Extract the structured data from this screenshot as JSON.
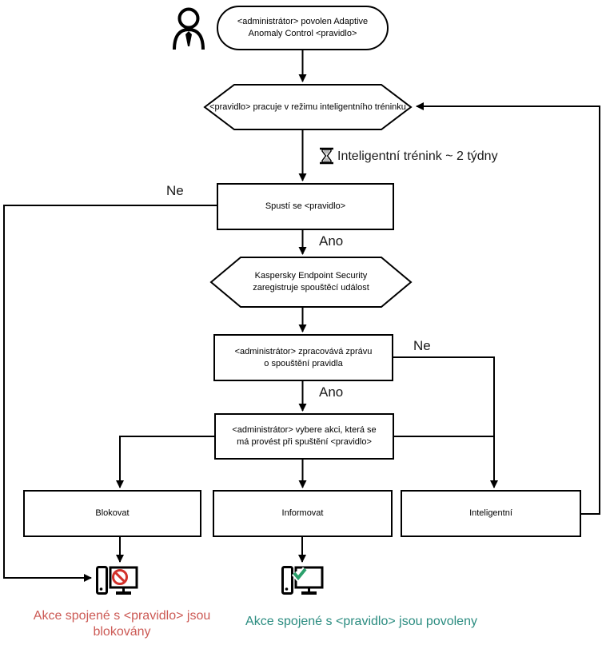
{
  "diagram": {
    "title_hint": "Adaptive Anomaly Control workflow",
    "start_node": {
      "text": "<administrátor> povolen Adaptive Anomaly Control <pravidlo>"
    },
    "training_mode_node": {
      "text": "<pravidlo> pracuje v režimu inteligentního tréninku"
    },
    "training_note": {
      "text": "Inteligentní trénink ~ 2 týdny",
      "icon": "hourglass-icon"
    },
    "rule_triggered_node": {
      "text": "Spustí se <pravidlo>",
      "no_label": "Ne",
      "yes_label": "Ano"
    },
    "register_event_node": {
      "text": "Kaspersky Endpoint Security zaregistruje spouštěcí událost"
    },
    "admin_report_node": {
      "text": "<administrátor> zpracovává zprávu o spouštění pravidla",
      "no_label": "Ne",
      "yes_label": "Ano"
    },
    "choose_action_node": {
      "text": "<administrátor> vybere akci, která se má provést při spuštění <pravidlo>"
    },
    "actions": [
      {
        "label": "Blokovat"
      },
      {
        "label": "Informovat"
      },
      {
        "label": "Inteligentní"
      }
    ],
    "outcomes": {
      "blocked": {
        "text": "Akce spojené s <pravidlo> jsou blokovány",
        "icon": "computer-blocked-icon",
        "color": "#cc5a55"
      },
      "allowed": {
        "text": "Akce spojené s <pravidlo> jsou povoleny",
        "icon": "computer-allowed-icon",
        "color": "#2b8c80"
      }
    },
    "colors": {
      "line": "#000000",
      "blocked_sign": "#d2312b",
      "allowed_check": "#2ca06c"
    }
  }
}
